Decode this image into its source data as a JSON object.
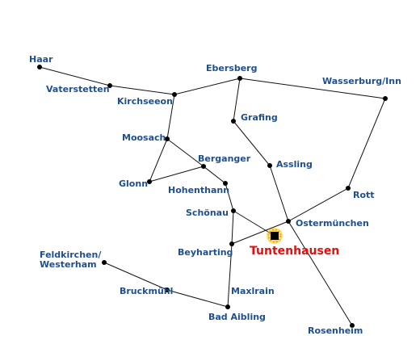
{
  "colors": {
    "label": "#1f4f8f",
    "highlight_label": "#e01010",
    "road": "#111111",
    "node": "#000000",
    "highlight_glow": "#f7c400"
  },
  "places": {
    "haar": "Haar",
    "vaterstetten": "Vaterstetten",
    "kirchseeon": "Kirchseeon",
    "ebersberg": "Ebersberg",
    "wasserburg": "Wasserburg/Inn",
    "grafing": "Grafing",
    "moosach": "Moosach",
    "berganger": "Berganger",
    "assling": "Assling",
    "glonn": "Glonn",
    "hohenthann": "Hohenthann",
    "rott": "Rott",
    "schoenau": "Schönau",
    "ostermuenchen": "Ostermünchen",
    "feldkirchen_line1": "Feldkirchen/",
    "feldkirchen_line2": "Westerham",
    "beyharting": "Beyharting",
    "bruckmuehl": "Bruckmühl",
    "maxlrain": "Maxlrain",
    "bad_aibling": "Bad Aibling",
    "rosenheim": "Rosenheim"
  },
  "highlight": {
    "name": "Tuntenhausen",
    "icon": "station-square-icon"
  }
}
